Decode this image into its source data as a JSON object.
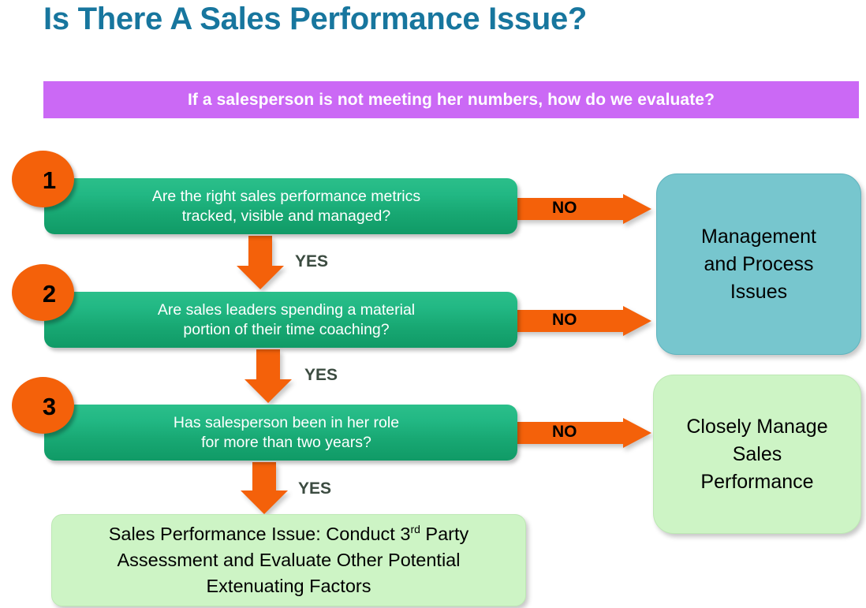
{
  "page": {
    "title": "Is There A Sales Performance Issue?",
    "banner": "If a salesperson is not meeting her numbers, how do we evaluate?"
  },
  "colors": {
    "title_blue": "#17769E",
    "banner_purple": "#CB69F5",
    "question_green": "#18A873",
    "badge_orange": "#F4610A",
    "arrow_orange": "#F4610A",
    "outcome_teal": "#77C6CE",
    "outcome_lightgreen": "#CDF4C5",
    "yes_label_gray": "#3B4B40",
    "no_label_black": "#000000"
  },
  "flow": {
    "steps": [
      {
        "number": "1",
        "question_line1": "Are the right sales performance metrics",
        "question_line2": "tracked, visible and managed?",
        "no_label": "NO",
        "yes_label": "YES"
      },
      {
        "number": "2",
        "question_line1": "Are sales leaders spending a material",
        "question_line2": "portion of their time coaching?",
        "no_label": "NO",
        "yes_label": "YES"
      },
      {
        "number": "3",
        "question_line1": "Has salesperson been in her role",
        "question_line2": "for more than two years?",
        "no_label": "NO",
        "yes_label": "YES"
      }
    ],
    "outcomes": {
      "management": {
        "line1": "Management",
        "line2": "and Process",
        "line3": "Issues"
      },
      "closely_manage": {
        "line1": "Closely Manage",
        "line2": "Sales",
        "line3": "Performance"
      },
      "final": {
        "line1_a": "Sales Performance Issue: Conduct 3",
        "line1_sup": "rd",
        "line1_b": " Party",
        "line2": "Assessment and Evaluate Other Potential",
        "line3": "Extenuating Factors"
      }
    }
  }
}
